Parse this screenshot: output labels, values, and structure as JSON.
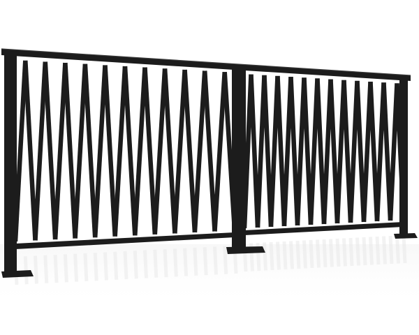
{
  "image": {
    "subject": "railing-panel",
    "colors": {
      "metal": "#1c1c1c",
      "metal_highlight": "#3a3a3a",
      "background": "#ffffff",
      "reflection": "#e9e9e9"
    },
    "panels": [
      {
        "name": "left-panel",
        "zigzag_peaks": 11
      },
      {
        "name": "right-panel",
        "zigzag_peaks": 12
      }
    ]
  }
}
